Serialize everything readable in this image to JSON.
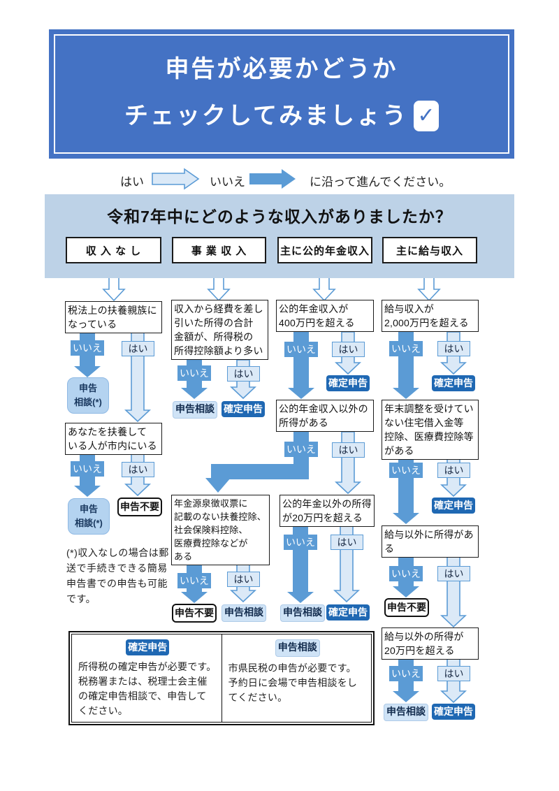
{
  "header": {
    "title_line1": "申告が必要かどうか",
    "title_line2": "チェックしてみましょう",
    "check_glyph": "✓"
  },
  "legend": {
    "yes": "はい",
    "no": "いいえ",
    "suffix": "に沿って進んでください。"
  },
  "banner": {
    "question": "令和7年中にどのような収入がありましたか？",
    "categories": [
      {
        "label": "収 入 な し"
      },
      {
        "label": "事 業 収 入"
      },
      {
        "label": "主に公的年金収入"
      },
      {
        "label": "主に給与収入"
      }
    ]
  },
  "flow": {
    "no_label": "いいえ",
    "yes_label": "はい",
    "result_kakutei": "確定申告",
    "result_soudan": "申告相談",
    "result_fuyou": "申告不要",
    "result_soudan_star": "申告\n相談(*)",
    "col1": {
      "q1": "税法上の扶養親族に\nなっている",
      "q2": "あなたを扶養して\nいる人が市内にいる"
    },
    "col2": {
      "q1": "収入から経費を差し\n引いた所得の合計\n金額が、所得税の\n所得控除額より多い",
      "q2": "年金源泉徴収票に\n記載のない扶養控除、\n社会保険料控除、\n医療費控除などが\nある"
    },
    "col3": {
      "q1": "公的年金収入が\n400万円を超える",
      "q2": "公的年金収入以外の\n所得がある",
      "q3": "公的年金以外の所得\nが20万円を超える"
    },
    "col4": {
      "q1": "給与収入が\n2,000万円を超える",
      "q2": "年末調整を受けてい\nない住宅借入金等\n控除、医療費控除等\nがある",
      "q3": "給与以外に所得があ\nる",
      "q4": "給与以外の所得が\n20万円を超える"
    },
    "footnote": "(*)収入なしの場合は郵\n送で手続きできる簡易\n申告書での申告も可能\nです。"
  },
  "legend_box": {
    "left_badge": "確定申告",
    "left_text": "所得税の確定申告が必要です。\n税務署または、税理士会主催\nの確定申告相談で、申告して\nください。",
    "right_badge": "申告相談",
    "right_text": " 市県民税の申告が必要です。\n予約日に会場で申告相談をし\nてください。"
  },
  "colors": {
    "header_bg": "#4472c4",
    "banner_bg": "#bdd2e7",
    "arrow_dark": "#5b9bd5",
    "arrow_light_fill": "#dbe9f7",
    "chip_dark_bg": "#1f68b3",
    "chip_light_bg": "#cfe3f6",
    "rounded_bg": "#b4d3f0"
  }
}
